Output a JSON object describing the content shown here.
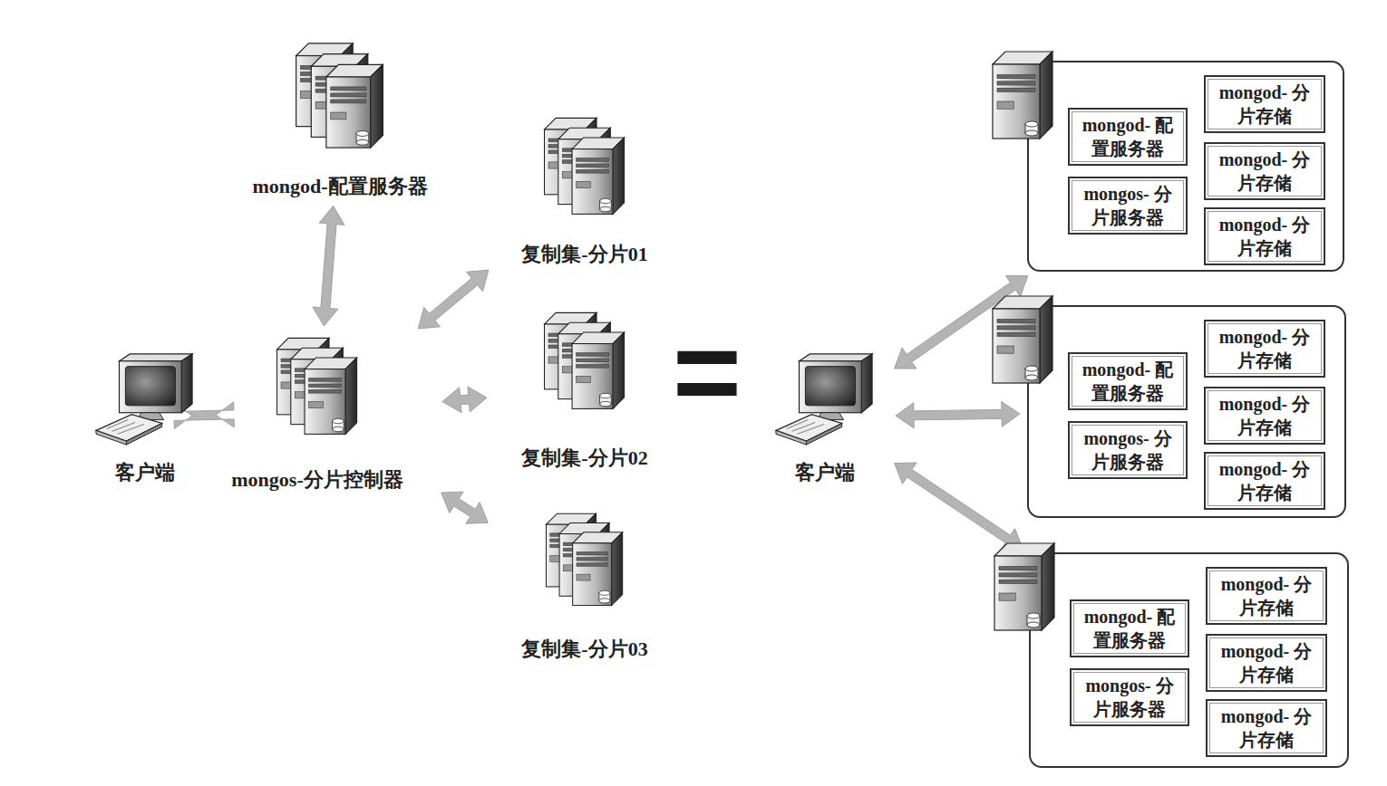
{
  "diagram": {
    "nodes": [
      {
        "text": [
          "mongod-配置服务器"
        ]
      },
      {
        "text": [
          "复制集-分片01"
        ]
      },
      {
        "text": [
          "客户端"
        ]
      },
      {
        "text": [
          "mongos-分片控制器"
        ]
      },
      {
        "text": [
          "复制集-分片02"
        ]
      },
      {
        "text": [
          "复制集-分片03"
        ]
      },
      {
        "text": [
          "客户端"
        ]
      },
      {
        "text": []
      },
      {
        "text": [
          "mongod- 配置服务器"
        ],
        "in": 7
      },
      {
        "text": [
          "mongos- 分片服务器"
        ],
        "in": 7
      },
      {
        "text": [
          "mongod- 分片存储"
        ],
        "in": 7
      },
      {
        "text": [
          "mongod- 分片存储"
        ],
        "in": 7
      },
      {
        "text": [
          "mongod- 分片存储"
        ],
        "in": 7
      },
      {
        "text": []
      },
      {
        "text": [
          "mongod- 配置服务器"
        ],
        "in": 13
      },
      {
        "text": [
          "mongos- 分片服务器"
        ],
        "in": 13
      },
      {
        "text": [
          "mongod- 分片存储"
        ],
        "in": 13
      },
      {
        "text": [
          "mongod- 分片存储"
        ],
        "in": 13
      },
      {
        "text": [
          "mongod- 分片存储"
        ],
        "in": 13
      },
      {
        "text": []
      },
      {
        "text": [
          "mongod- 配置服务器"
        ],
        "in": 19
      },
      {
        "text": [
          "mongos- 分片服务器"
        ],
        "in": 19
      },
      {
        "text": [
          "mongod- 分片存储"
        ],
        "in": 19
      },
      {
        "text": [
          "mongod- 分片存储"
        ],
        "in": 19
      },
      {
        "text": [
          "mongod- 分片存储"
        ],
        "in": 19
      }
    ],
    "edges": [
      {
        "from": 2,
        "to": 3,
        "arrow": "both"
      },
      {
        "from": 3,
        "to": 0,
        "arrow": "both"
      },
      {
        "from": 3,
        "to": 1,
        "arrow": "both"
      },
      {
        "from": 3,
        "to": 4,
        "arrow": "both"
      },
      {
        "from": 3,
        "to": 5,
        "arrow": "both"
      },
      {
        "from": 6,
        "to": 7,
        "arrow": "both"
      },
      {
        "from": 6,
        "to": 13,
        "arrow": "both"
      },
      {
        "from": 6,
        "to": 19,
        "arrow": "both"
      }
    ],
    "labels": [
      "="
    ]
  }
}
